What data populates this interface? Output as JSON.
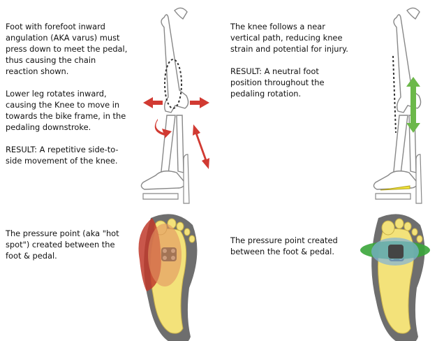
{
  "left_top": {
    "p1": [
      "Foot with forefoot inward",
      "angulation (AKA varus) must",
      "press down to meet the pedal,",
      "thus causing the chain",
      "reaction shown."
    ],
    "p2": [
      "Lower leg rotates inward,",
      "causing the Knee to move in",
      "towards the bike frame, in the",
      "pedaling downstroke."
    ],
    "p3": [
      "RESULT: A repetitive side-to-",
      "side movement of the knee."
    ]
  },
  "right_top": {
    "p1": [
      "The knee follows a near",
      "vertical path, reducing knee",
      "strain and potential for injury."
    ],
    "p2": [
      "RESULT: A neutral foot",
      "position throughout the",
      "pedaling rotation."
    ]
  },
  "left_bottom": [
    "The pressure point (aka \"hot",
    "spot\") created between the",
    "foot & pedal."
  ],
  "right_bottom": [
    "The pressure point created",
    "between the foot & pedal."
  ],
  "colors": {
    "arrow_red": "#d13a32",
    "arrow_green": "#6cb84a",
    "foot_yellow": "#f3e27a",
    "sole_grey": "#707070",
    "hot_red": "#c0392b",
    "spot_green": "#3aa53a",
    "spot_blue": "#7fb2d8",
    "wedge_yellow": "#f2e53a"
  }
}
